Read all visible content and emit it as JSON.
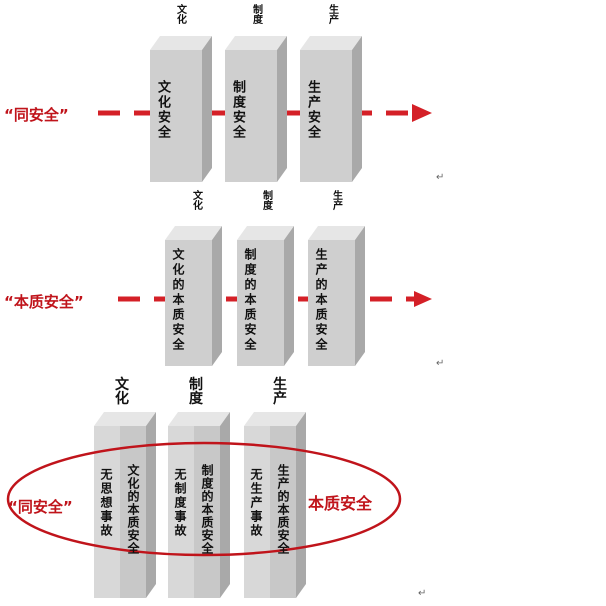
{
  "colors": {
    "red": "#d42027",
    "label_red": "#c0141b",
    "box_front": "#cfcfcf",
    "box_side": "#a9a9a9",
    "box_top": "#e6e6e6",
    "text": "#111111"
  },
  "row1": {
    "label": "“同安全”",
    "captions": [
      "文化",
      "制度",
      "生产"
    ],
    "boxes": [
      "文化安全",
      "制度安全",
      "生产安全"
    ]
  },
  "row2": {
    "label": "“本质安全”",
    "captions": [
      "文化",
      "制度",
      "生产"
    ],
    "boxes": [
      "文化的本质安全",
      "制度的本质安全",
      "生产的本质安全"
    ]
  },
  "row3": {
    "left_label": "“同安全”",
    "right_label": "本质安全",
    "captions": [
      "文化",
      "制度",
      "生产"
    ],
    "left_texts": [
      "无思想事故",
      "无制度事故",
      "无生产事故"
    ],
    "right_texts": [
      "文化的本质安全",
      "制度的本质安全",
      "生产的本质安全"
    ]
  },
  "return_mark": "↵"
}
